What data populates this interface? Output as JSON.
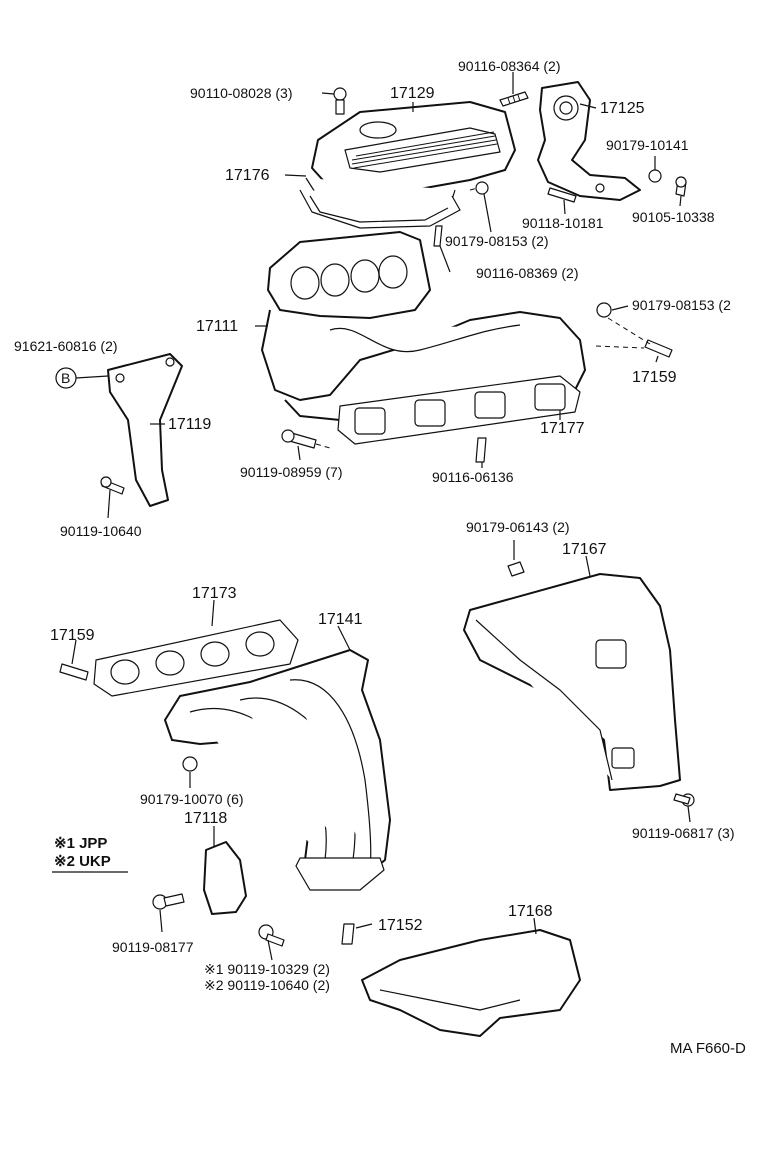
{
  "labels": {
    "p_90116_08364": "90116-08364 (2)",
    "p_90110_08028": "90110-08028 (3)",
    "p_17129": "17129",
    "p_17125": "17125",
    "p_90179_10141": "90179-10141",
    "p_17176": "17176",
    "p_90118_10181": "90118-10181",
    "p_90105_10338": "90105-10338",
    "p_90179_08153a": "90179-08153 (2)",
    "p_90116_08369": "90116-08369 (2)",
    "p_90179_08153b": "90179-08153 (2",
    "p_91621_60816": "91621-60816 (2)",
    "p_17111": "17111",
    "p_17159a": "17159",
    "p_17119": "17119",
    "p_17177": "17177",
    "p_90119_08959": "90119-08959 (7)",
    "p_90116_06136": "90116-06136",
    "p_90119_10640a": "90119-10640",
    "p_90179_06143": "90179-06143 (2)",
    "p_17167": "17167",
    "p_17173": "17173",
    "p_17141": "17141",
    "p_17159b": "17159",
    "p_90179_10070": "90179-10070 (6)",
    "p_17118": "17118",
    "p_90119_06817": "90119-06817 (3)",
    "p_17168": "17168",
    "p_17152": "17152",
    "p_90119_08177": "90119-08177",
    "p_n1": "※1 90119-10329 (2)",
    "p_n2": "※2 90119-10640 (2)",
    "legend_1": "※1 JPP",
    "legend_2": "※2 UKP",
    "ref_code": "MA F660-D"
  }
}
